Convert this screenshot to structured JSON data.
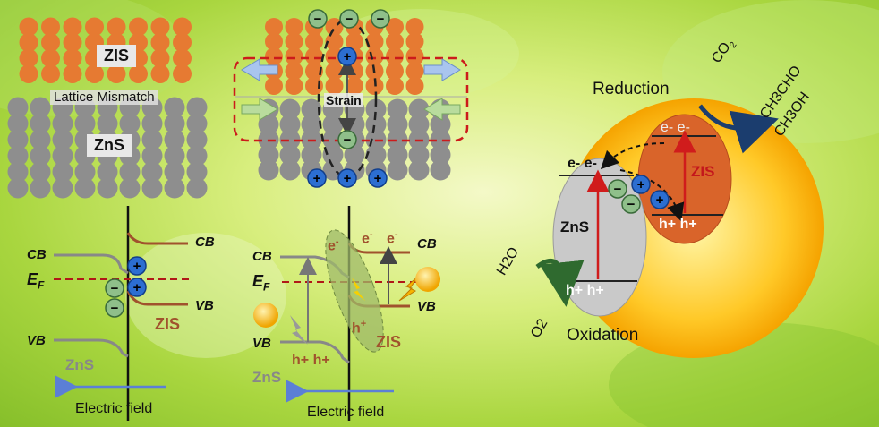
{
  "panel_a": {
    "zis_label": "ZIS",
    "mismatch_label": "Lattice Mismatch",
    "zns_label": "ZnS"
  },
  "panel_b": {
    "strain_label": "Strain"
  },
  "panel_c": {
    "cb_left": "CB",
    "cb_right": "CB",
    "ef": "E",
    "ef_sub": "F",
    "vb_right": "VB",
    "vb_left": "VB",
    "zis": "ZIS",
    "zns": "ZnS",
    "field": "Electric field"
  },
  "panel_d": {
    "cb_left": "CB",
    "cb_right": "CB",
    "ef": "E",
    "ef_sub": "F",
    "vb_left": "VB",
    "vb_right": "VB",
    "e1": "e",
    "e2": "e",
    "e3": "e",
    "h_oval": "h",
    "h_bottom": "h+ h+",
    "zis": "ZIS",
    "zns": "ZnS",
    "field": "Electric field"
  },
  "panel_e": {
    "reduction": "Reduction",
    "oxidation": "Oxidation",
    "co2": "CO",
    "ch3cho": "CH3CHO",
    "ch3oh": "CH3OH",
    "h2o": "H2O",
    "o2": "O2",
    "zis": "ZIS",
    "zns": "ZnS",
    "e_zns": "e- e-",
    "e_zis": "e- e-",
    "h_zis": "h+ h+",
    "h_zns": "h+ h+"
  },
  "colors": {
    "orange_atom": "#e67a32",
    "gray_atom": "#8e8e8e",
    "blue_charge": "#2c6ed1",
    "green_charge": "#8fbf8a",
    "red_dash": "#cc1b1b",
    "zis_band": "#a0522d",
    "zns_band": "#888888",
    "field_arrow": "#5b7fd6"
  }
}
